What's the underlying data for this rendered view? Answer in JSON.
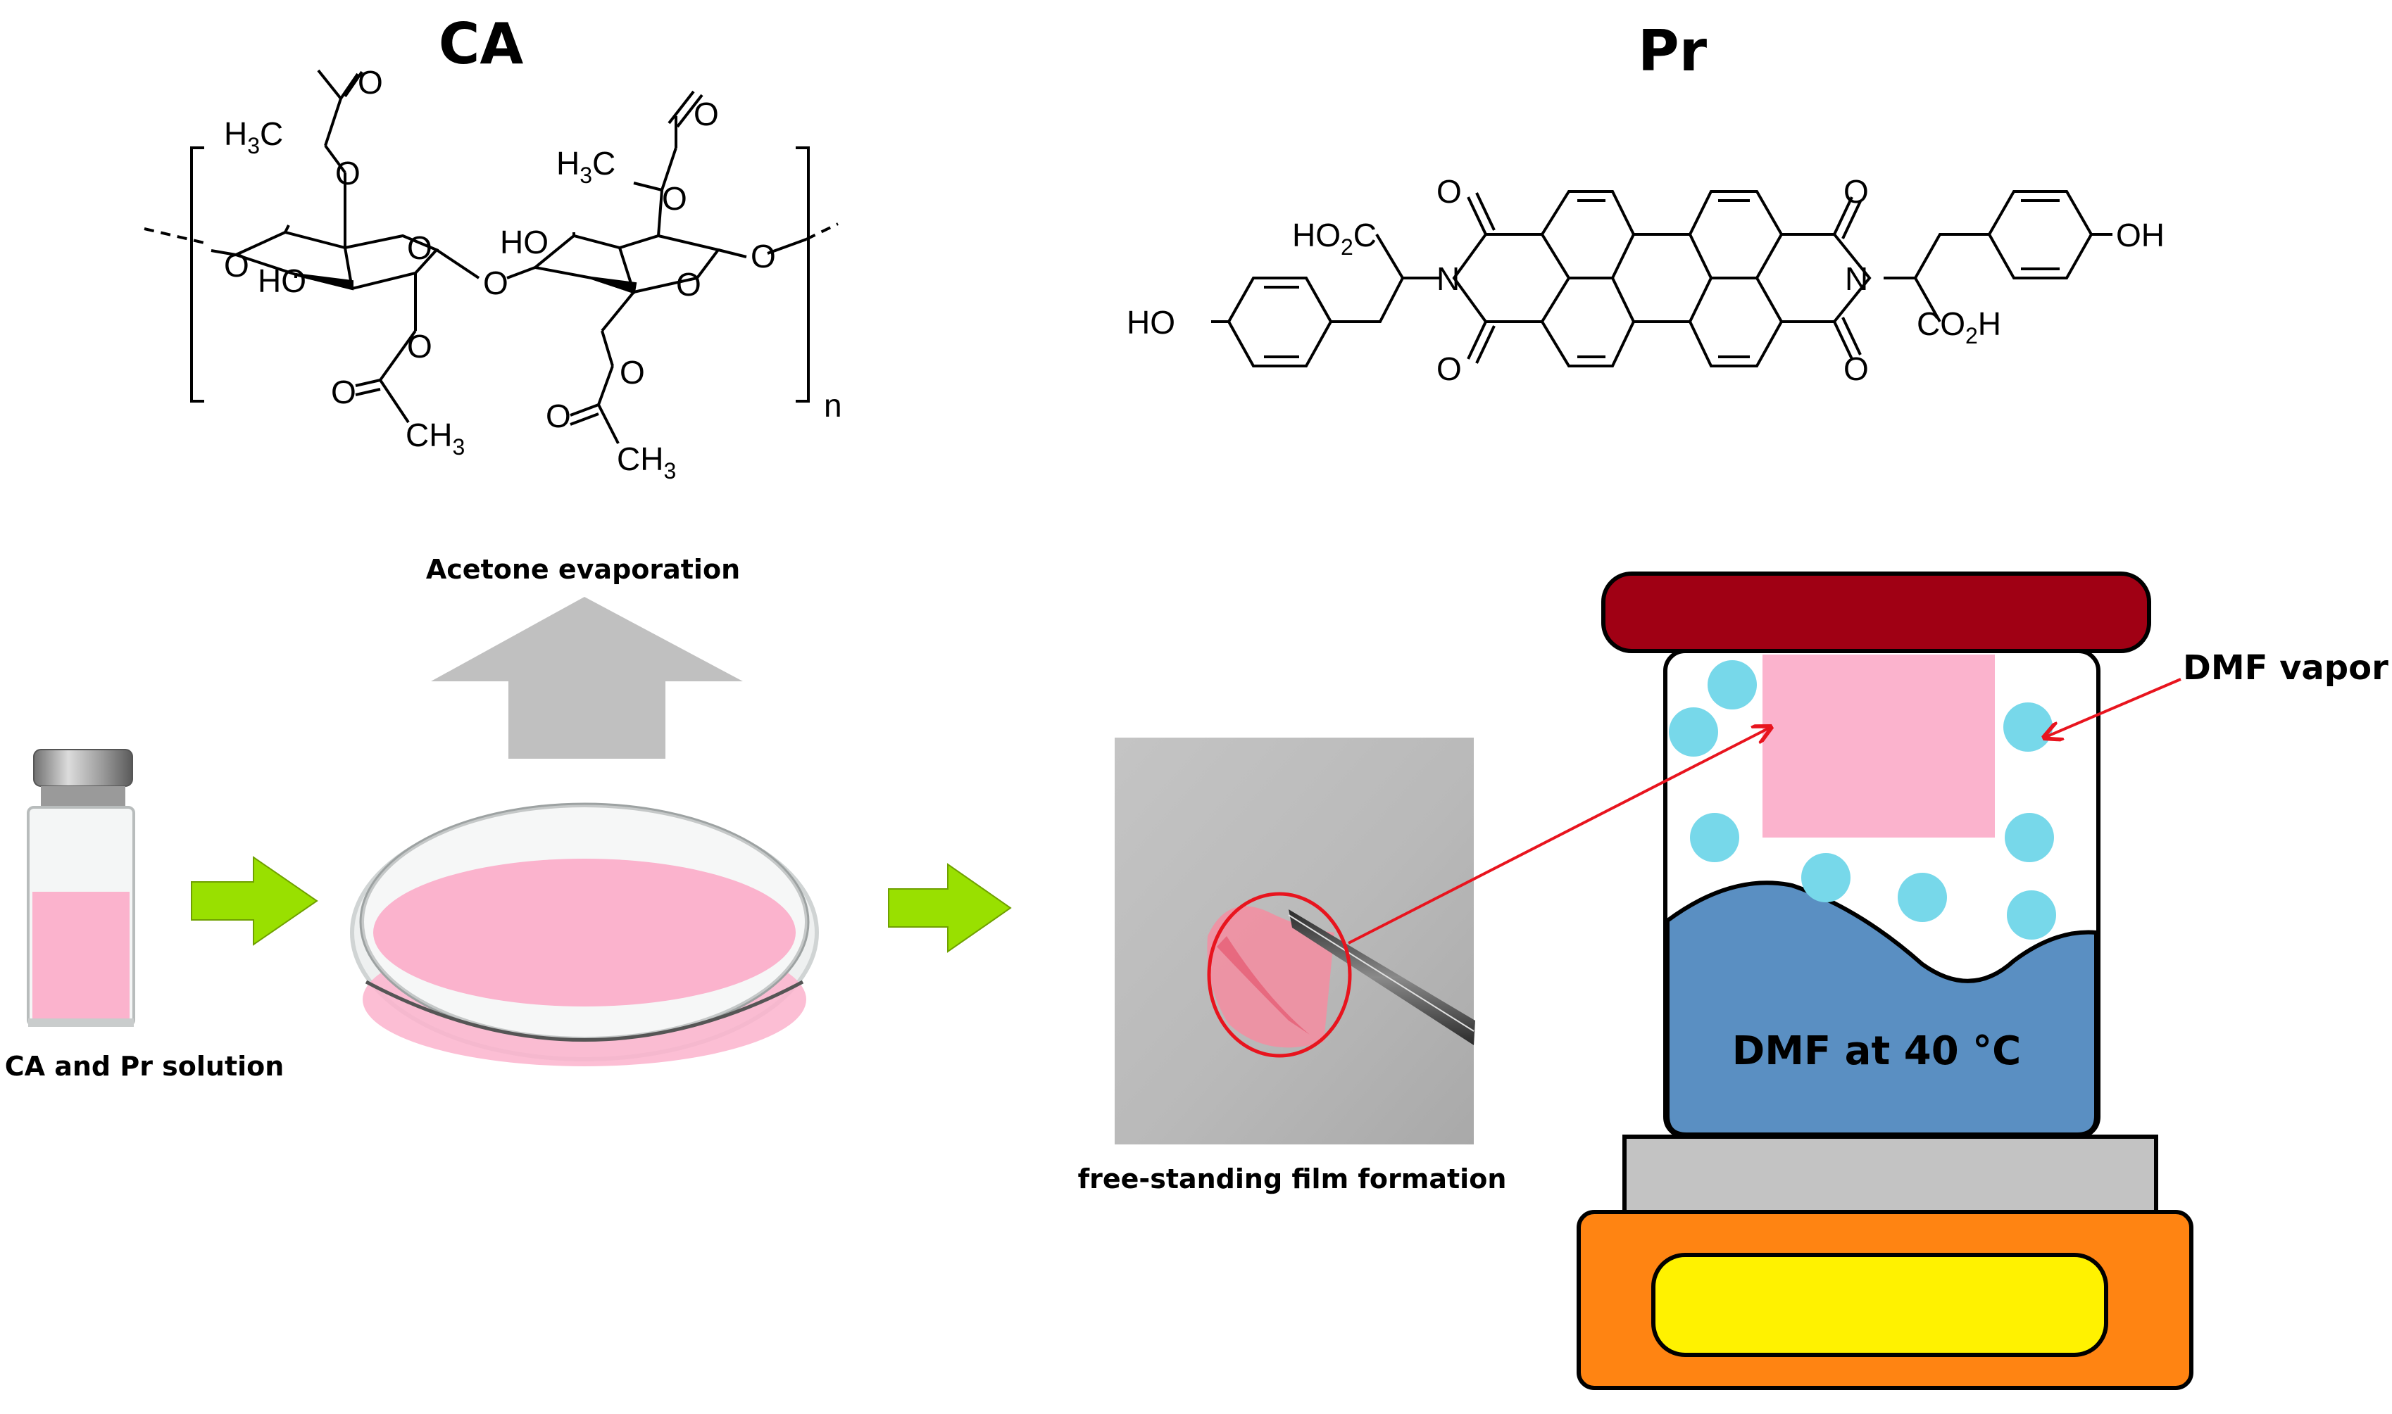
{
  "compounds": {
    "ca": {
      "title": "CA",
      "subscript": "n",
      "atoms": {
        "o": "O",
        "ho": "HO",
        "h3c": "H",
        "h3c_sub": "3",
        "h3c_c": "C",
        "ch3_c": "CH",
        "ch3_sub": "3"
      }
    },
    "pr": {
      "title": "Pr",
      "atoms": {
        "o": "O",
        "n": "N",
        "oh": "OH",
        "ho": "HO",
        "ho2c_a": "HO",
        "ho2c_sub": "2",
        "ho2c_c": "C",
        "co2h_a": "CO",
        "co2h_sub": "2",
        "co2h_h": "H"
      }
    }
  },
  "process": {
    "vial_label": "CA and Pr solution",
    "evaporation_label": "Acetone evaporation",
    "film_label": "free-standing film formation",
    "vapor_label": "DMF vapor",
    "liquid_label": "DMF at 40 °C"
  },
  "colors": {
    "pink": "#fbb3cd",
    "green_arrow": "#99e000",
    "grey_arrow": "#c0c0c0",
    "lid": "#a00014",
    "liquid": "#5a8fc2",
    "droplet": "#77d8ea",
    "heater": "#ff8412",
    "heater_element": "#fff200",
    "plate": "#c3c3c3",
    "annotation": "#e8141e"
  }
}
